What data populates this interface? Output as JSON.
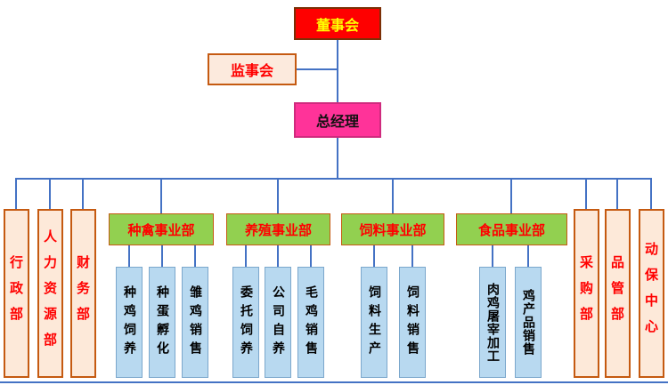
{
  "nodes": {
    "board": "董事会",
    "supervisory": "监事会",
    "general_manager": "总经理"
  },
  "left_departments": [
    "行政部",
    "人力资源部",
    "财务部"
  ],
  "divisions": [
    {
      "label": "种禽事业部",
      "children": [
        "种鸡饲养",
        "种蛋孵化",
        "雏鸡销售"
      ]
    },
    {
      "label": "养殖事业部",
      "children": [
        "委托饲养",
        "公司自养",
        "毛鸡销售"
      ]
    },
    {
      "label": "饲料事业部",
      "children": [
        "饲料生产",
        "饲料销售"
      ]
    },
    {
      "label": "食品事业部",
      "children": [
        "肉鸡屠宰加工",
        "鸡产品销售"
      ]
    }
  ],
  "right_departments": [
    "采购部",
    "品管部",
    "动保中心"
  ],
  "colors": {
    "connector_line": "#4472c4",
    "board_bg": "#fe0000",
    "board_text": "#ffff00",
    "supervisory_bg": "#fceadd",
    "gm_bg": "#ff3399",
    "department_bg": "#fde9d9",
    "department_border": "#c55a11",
    "division_bg": "#92d050",
    "sub_unit_bg": "#b8d9f0",
    "red_text": "#ff0000"
  }
}
